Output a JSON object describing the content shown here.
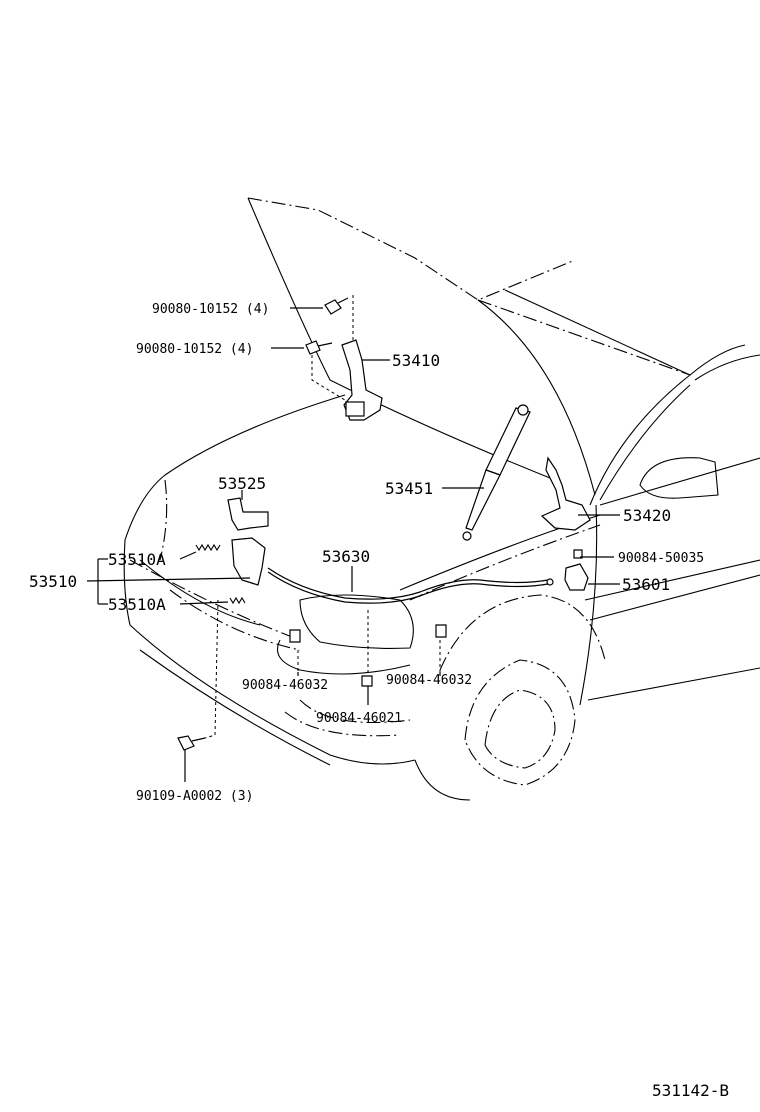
{
  "labels": {
    "bolt_upper": "90080-10152 (4)",
    "bolt_lower": "90080-10152 (4)",
    "hood_hinge": "53410",
    "hood_support": "53451",
    "hood_lock_bracket": "53525",
    "hood_lock_sub_a1": "53510A",
    "hood_lock_assy": "53510",
    "hood_lock_sub_a2": "53510A",
    "release_cable": "53630",
    "hinge_right": "53420",
    "clip_50035": "90084-50035",
    "release_lever": "53601",
    "clamp_left": "90084-46032",
    "clamp_right": "90084-46032",
    "clamp_bottom": "90084-46021",
    "bolt_lock": "90109-A0002 (3)"
  },
  "figure_id": "531142-B"
}
